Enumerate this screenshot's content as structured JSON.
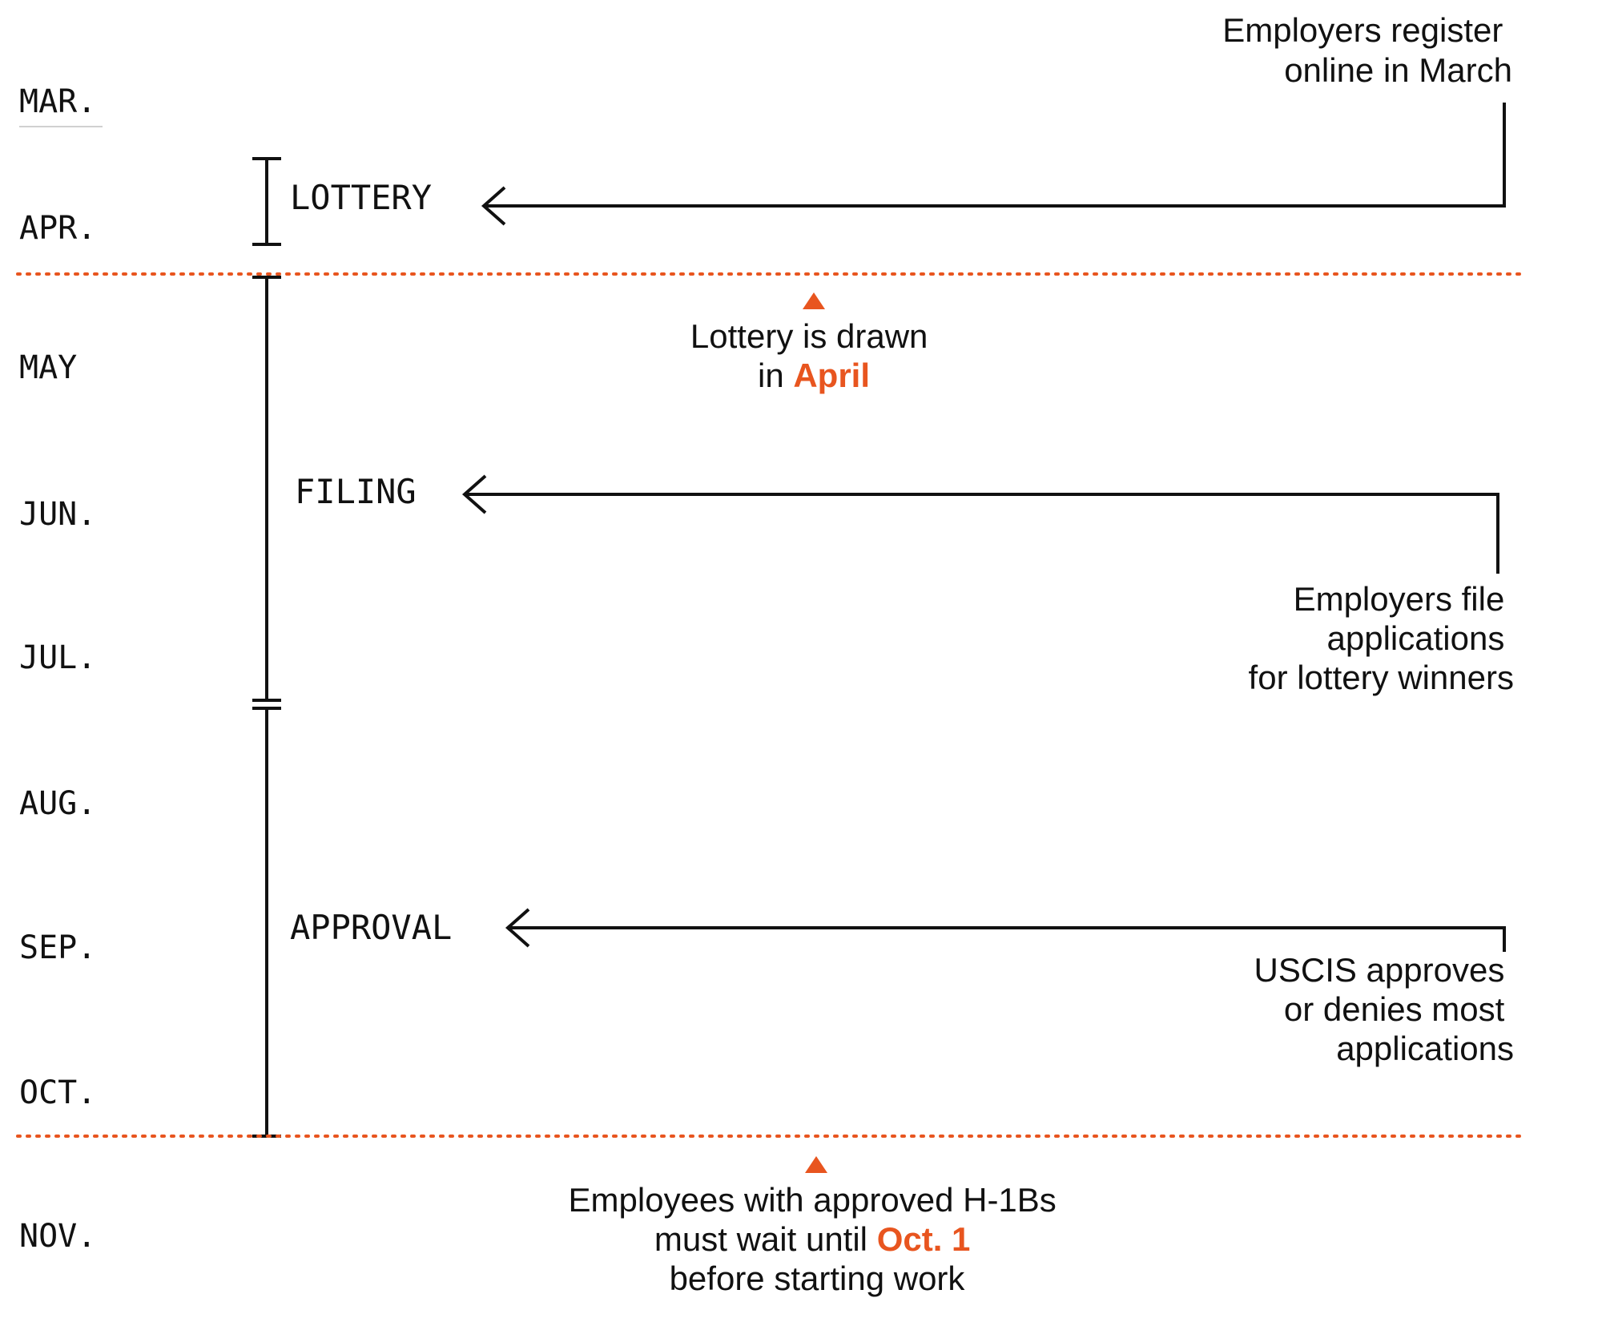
{
  "months": [
    "MAR.",
    "APR.",
    "MAY",
    "JUN.",
    "JUL.",
    "AUG.",
    "SEP.",
    "OCT.",
    "NOV."
  ],
  "phases": {
    "lottery": "LOTTERY",
    "filing": "FILING",
    "approval": "APPROVAL"
  },
  "notes": {
    "register": [
      "Employers register",
      "online in March"
    ],
    "lottery_drawn_line1": "Lottery is drawn",
    "lottery_drawn_prefix": "in ",
    "lottery_drawn_accent": "April",
    "file": [
      "Employers file",
      "applications",
      "for lottery winners"
    ],
    "uscis": [
      "USCIS approves",
      "or denies most",
      "applications"
    ],
    "wait_line1": "Employees with approved H-1Bs",
    "wait_prefix": "must wait until ",
    "wait_accent": "Oct. 1",
    "wait_line3": "before starting work"
  },
  "colors": {
    "accent": "#e8551f",
    "ink": "#111111"
  }
}
